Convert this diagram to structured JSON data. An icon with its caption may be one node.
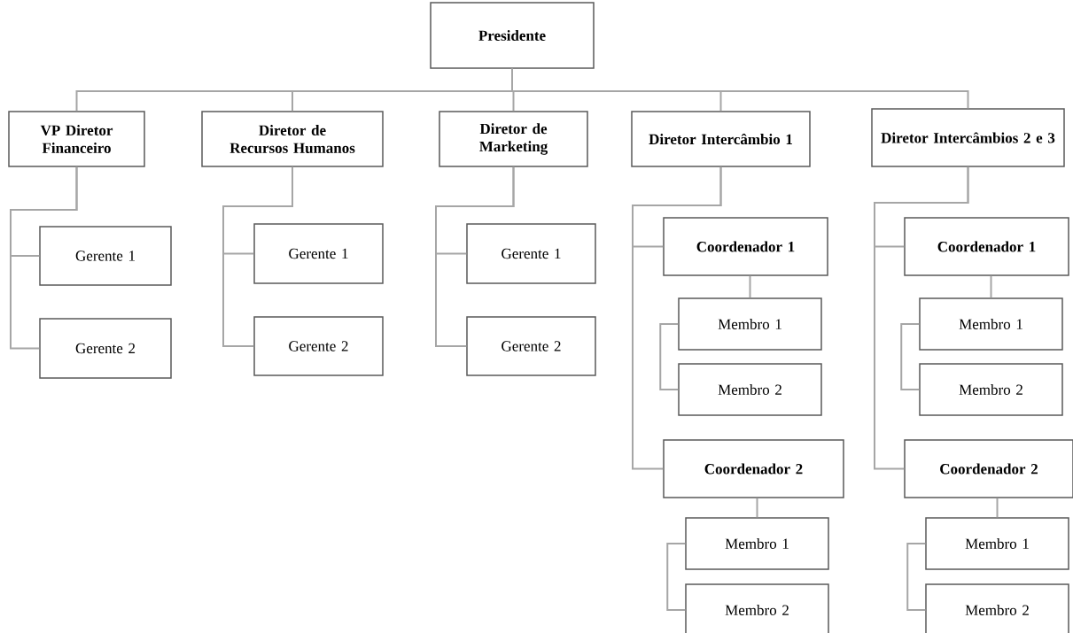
{
  "diagram": {
    "nodes": [
      {
        "text": [
          "Presidente"
        ]
      },
      {
        "text": [
          "VP Diretor Financeiro"
        ]
      },
      {
        "text": [
          "Diretor de Recursos Humanos"
        ]
      },
      {
        "text": [
          "Diretor de Marketing"
        ]
      },
      {
        "text": [
          "Diretor Intercâmbio 1"
        ]
      },
      {
        "text": [
          "Diretor Intercâmbios 2 e 3"
        ]
      },
      {
        "text": [
          "Gerente 1"
        ]
      },
      {
        "text": [
          "Gerente 2"
        ]
      },
      {
        "text": [
          "Gerente 1"
        ]
      },
      {
        "text": [
          "Gerente 2"
        ]
      },
      {
        "text": [
          "Gerente 1"
        ]
      },
      {
        "text": [
          "Gerente 2"
        ]
      },
      {
        "text": [
          "Coordenador 1"
        ]
      },
      {
        "text": [
          "Membro 1"
        ]
      },
      {
        "text": [
          "Membro 2"
        ]
      },
      {
        "text": [
          "Coordenador 2"
        ]
      },
      {
        "text": [
          "Membro 1"
        ]
      },
      {
        "text": [
          "Membro 2"
        ]
      },
      {
        "text": [
          "Coordenador 1"
        ]
      },
      {
        "text": [
          "Membro 1"
        ]
      },
      {
        "text": [
          "Membro 2"
        ]
      },
      {
        "text": [
          "Coordenador 2"
        ]
      },
      {
        "text": [
          "Membro 1"
        ]
      },
      {
        "text": [
          "Membro 2"
        ]
      }
    ],
    "edges": [
      {
        "from": 0,
        "to": 1,
        "arrow": "none"
      },
      {
        "from": 0,
        "to": 2,
        "arrow": "none"
      },
      {
        "from": 0,
        "to": 3,
        "arrow": "none"
      },
      {
        "from": 0,
        "to": 4,
        "arrow": "none"
      },
      {
        "from": 0,
        "to": 5,
        "arrow": "none"
      },
      {
        "from": 1,
        "to": 6,
        "arrow": "none"
      },
      {
        "from": 1,
        "to": 7,
        "arrow": "none"
      },
      {
        "from": 2,
        "to": 8,
        "arrow": "none"
      },
      {
        "from": 2,
        "to": 9,
        "arrow": "none"
      },
      {
        "from": 3,
        "to": 10,
        "arrow": "none"
      },
      {
        "from": 3,
        "to": 11,
        "arrow": "none"
      },
      {
        "from": 4,
        "to": 12,
        "arrow": "none"
      },
      {
        "from": 12,
        "to": 13,
        "arrow": "none"
      },
      {
        "from": 13,
        "to": 14,
        "arrow": "none"
      },
      {
        "from": 4,
        "to": 15,
        "arrow": "none"
      },
      {
        "from": 15,
        "to": 16,
        "arrow": "none"
      },
      {
        "from": 16,
        "to": 17,
        "arrow": "none"
      },
      {
        "from": 5,
        "to": 18,
        "arrow": "none"
      },
      {
        "from": 18,
        "to": 19,
        "arrow": "none"
      },
      {
        "from": 19,
        "to": 20,
        "arrow": "none"
      },
      {
        "from": 5,
        "to": 21,
        "arrow": "none"
      },
      {
        "from": 21,
        "to": 22,
        "arrow": "none"
      },
      {
        "from": 22,
        "to": 23,
        "arrow": "none"
      }
    ]
  }
}
